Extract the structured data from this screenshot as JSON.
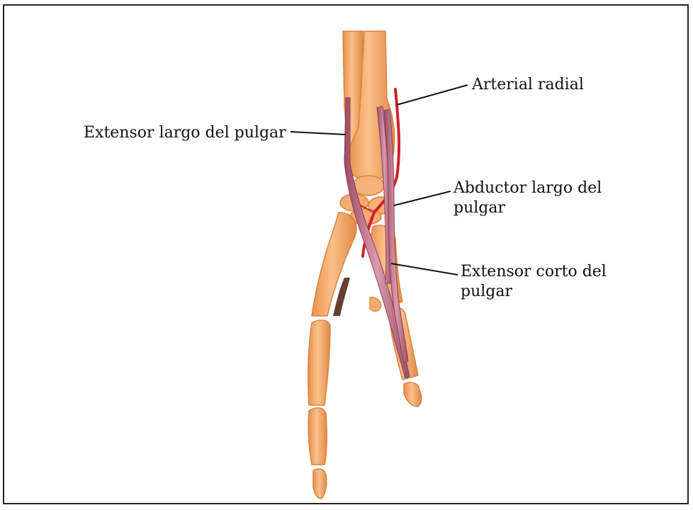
{
  "figure": {
    "labels": {
      "extensor_largo": {
        "text": "Extensor largo del pulgar"
      },
      "arterial_radial": {
        "text": "Arterial radial"
      },
      "abductor_largo": {
        "line1": "Abductor largo del",
        "line2": "pulgar"
      },
      "extensor_corto": {
        "line1": "Extensor corto del",
        "line2": "pulgar"
      }
    },
    "colors": {
      "bone": "#f3a86a",
      "bone_shadow": "#d9823f",
      "tendon": "#b2627a",
      "artery": "#d21f2a",
      "leader": "#111111",
      "frame": "#222222"
    }
  }
}
